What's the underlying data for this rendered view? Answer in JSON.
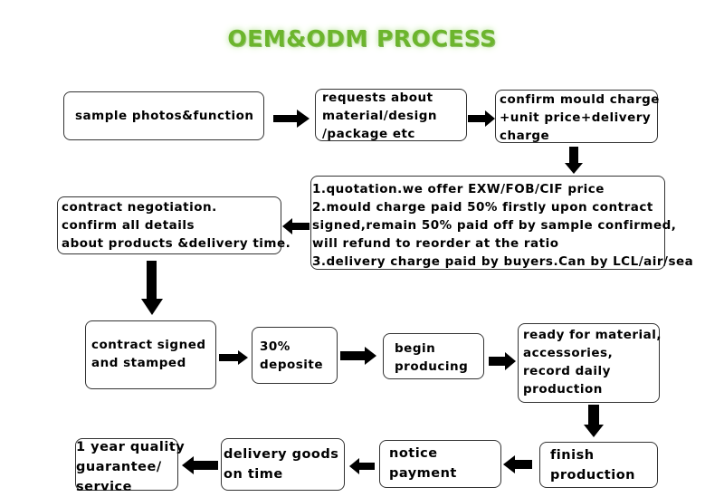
{
  "title": "OEM&ODM PROCESS",
  "colors": {
    "title": "#6cb52d",
    "border": "#333333",
    "arrow": "#000000"
  },
  "steps": [
    {
      "id": "sample",
      "lines": [
        "sample photos&function"
      ]
    },
    {
      "id": "requests",
      "lines": [
        "requests about",
        "material/design",
        "/package etc"
      ]
    },
    {
      "id": "confirm-mould",
      "lines": [
        "confirm mould charge",
        "+unit price+delivery",
        "charge"
      ]
    },
    {
      "id": "quotation",
      "lines": [
        "1.quotation.we offer EXW/FOB/CIF price",
        "2.mould charge paid 50% firstly upon contract",
        "signed,remain 50% paid off by  sample confirmed,",
        "will refund to reorder at the ratio",
        "3.delivery charge paid by buyers.Can by LCL/air/sea"
      ]
    },
    {
      "id": "negotiation",
      "lines": [
        "contract negotiation.",
        "confirm all details",
        "about products &delivery time."
      ]
    },
    {
      "id": "signed",
      "lines": [
        "contract  signed",
        "and stamped"
      ]
    },
    {
      "id": "deposit",
      "lines": [
        "30%",
        "deposite"
      ]
    },
    {
      "id": "producing",
      "lines": [
        "begin",
        "producing"
      ]
    },
    {
      "id": "ready",
      "lines": [
        "ready for material,",
        "accessories,",
        "record daily",
        "production"
      ]
    },
    {
      "id": "finish",
      "lines": [
        "finish",
        "production"
      ]
    },
    {
      "id": "notice",
      "lines": [
        "notice",
        "payment"
      ]
    },
    {
      "id": "delivery",
      "lines": [
        "delivery goods",
        "on time"
      ]
    },
    {
      "id": "guarantee",
      "lines": [
        "1 year  quality",
        "guarantee/",
        "service"
      ]
    }
  ],
  "arrows": [
    {
      "from": "sample",
      "to": "requests",
      "direction": "right"
    },
    {
      "from": "requests",
      "to": "confirm-mould",
      "direction": "right"
    },
    {
      "from": "confirm-mould",
      "to": "quotation",
      "direction": "down"
    },
    {
      "from": "quotation",
      "to": "negotiation",
      "direction": "left"
    },
    {
      "from": "negotiation",
      "to": "signed",
      "direction": "down"
    },
    {
      "from": "signed",
      "to": "deposit",
      "direction": "right"
    },
    {
      "from": "deposit",
      "to": "producing",
      "direction": "right"
    },
    {
      "from": "producing",
      "to": "ready",
      "direction": "right"
    },
    {
      "from": "ready",
      "to": "finish",
      "direction": "down"
    },
    {
      "from": "finish",
      "to": "notice",
      "direction": "left"
    },
    {
      "from": "notice",
      "to": "delivery",
      "direction": "left"
    },
    {
      "from": "delivery",
      "to": "guarantee",
      "direction": "left"
    }
  ]
}
